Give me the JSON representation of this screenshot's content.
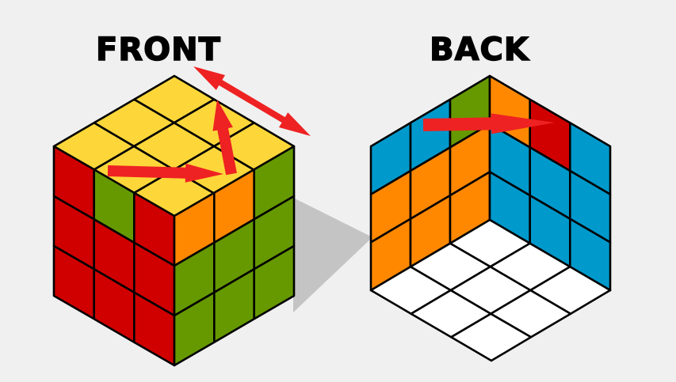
{
  "titles": {
    "front": "FRONT",
    "back": "BACK"
  },
  "colors": {
    "Y": "#fdd73a",
    "R": "#d00000",
    "G": "#669900",
    "O": "#ff8800",
    "B": "#0099cc",
    "W": "#ffffff",
    "arrow": "#ee2222",
    "shadow": "#c4c4c4",
    "outline": "#000000"
  },
  "front_cube": {
    "top_face": [
      [
        "Y",
        "Y",
        "Y"
      ],
      [
        "Y",
        "Y",
        "Y"
      ],
      [
        "Y",
        "Y",
        "Y"
      ]
    ],
    "left_face": [
      [
        "R",
        "G",
        "R"
      ],
      [
        "R",
        "R",
        "R"
      ],
      [
        "R",
        "R",
        "R"
      ]
    ],
    "right_face": [
      [
        "O",
        "O",
        "G"
      ],
      [
        "G",
        "G",
        "G"
      ],
      [
        "G",
        "G",
        "G"
      ]
    ]
  },
  "back_cube": {
    "left_wall": [
      [
        "B",
        "B",
        "G"
      ],
      [
        "O",
        "O",
        "O"
      ],
      [
        "O",
        "O",
        "O"
      ]
    ],
    "right_wall": [
      [
        "O",
        "R",
        "B"
      ],
      [
        "B",
        "B",
        "B"
      ],
      [
        "B",
        "B",
        "B"
      ]
    ],
    "floor": [
      [
        "W",
        "W",
        "W"
      ],
      [
        "W",
        "W",
        "W"
      ],
      [
        "W",
        "W",
        "W"
      ]
    ]
  },
  "arrows": [
    {
      "name": "front-top-arrow",
      "icon": "long-right-arrow"
    },
    {
      "name": "front-up-arrow",
      "icon": "up-arrow"
    },
    {
      "name": "double-headed-arrow",
      "icon": "double-arrow"
    },
    {
      "name": "back-top-arrow",
      "icon": "right-arrow"
    }
  ]
}
